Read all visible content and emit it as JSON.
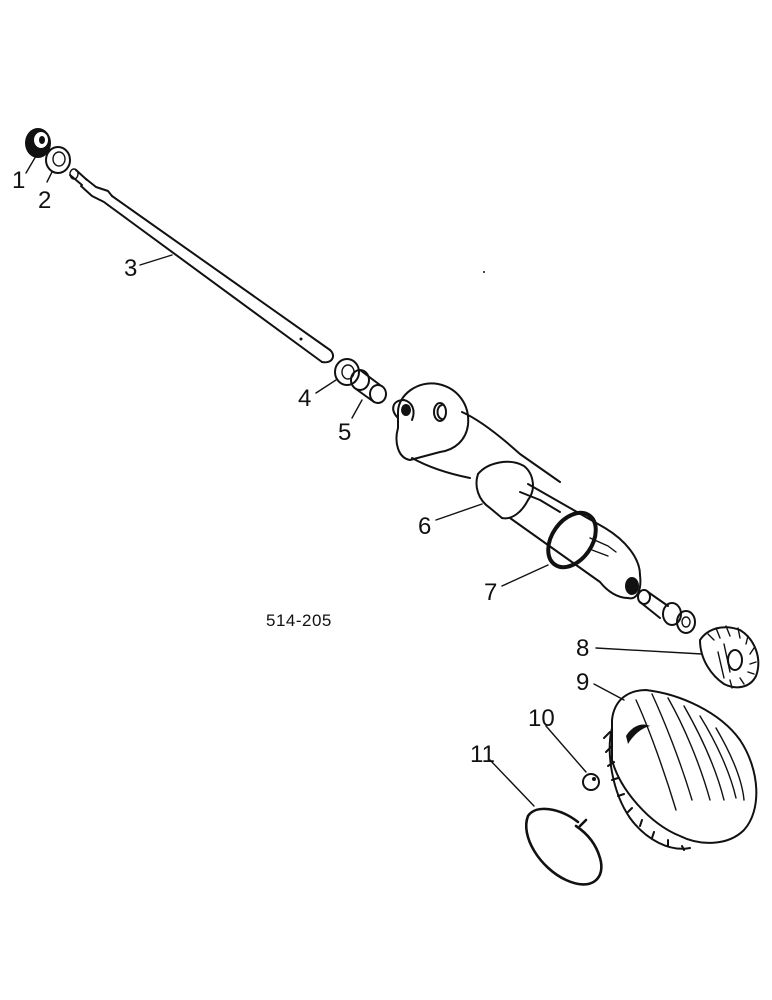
{
  "diagram": {
    "reference_code": "514-205",
    "callouts": [
      {
        "id": "callout-1",
        "label": "1"
      },
      {
        "id": "callout-2",
        "label": "2"
      },
      {
        "id": "callout-3",
        "label": "3"
      },
      {
        "id": "callout-4",
        "label": "4"
      },
      {
        "id": "callout-5",
        "label": "5"
      },
      {
        "id": "callout-6",
        "label": "6"
      },
      {
        "id": "callout-7",
        "label": "7"
      },
      {
        "id": "callout-8",
        "label": "8"
      },
      {
        "id": "callout-9",
        "label": "9"
      },
      {
        "id": "callout-10",
        "label": "10"
      },
      {
        "id": "callout-11",
        "label": "11"
      }
    ]
  }
}
